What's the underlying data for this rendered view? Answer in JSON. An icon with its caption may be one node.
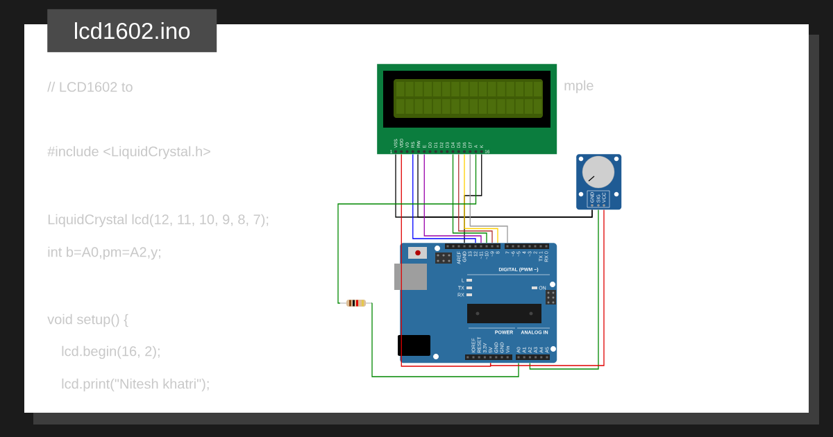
{
  "diagram": {
    "title": "lcd1602.ino",
    "nodes": [
      {
        "text": [
          "VSS",
          "VDD",
          "V0",
          "RS",
          "RW",
          "E",
          "D0",
          "D1",
          "D2",
          "D3",
          "D4",
          "D5",
          "D6",
          "D7",
          "A",
          "K",
          "1",
          "16"
        ]
      },
      {
        "text": [
          "AREF",
          "GND",
          "13",
          "12",
          "~11",
          "~10",
          "~9",
          "8",
          "7",
          "~6",
          "~5",
          "4",
          "~3",
          "2",
          "TX 1",
          "RX 0",
          "DIGITAL (PWM ~)",
          "L",
          "TX",
          "RX",
          "ON",
          "IOREF",
          "RESET",
          "3.3V",
          "5V",
          "GND",
          "GND",
          "Vin",
          "POWER",
          "ANALOG IN",
          "A0",
          "A1",
          "A2",
          "A3",
          "A4",
          "A5"
        ]
      },
      {
        "text": [
          "GND",
          "SIG",
          "VCC"
        ]
      },
      {
        "text": [],
        "shape": "picture"
      }
    ],
    "edges": [
      {
        "from": 0,
        "to": 2,
        "arrow": "none",
        "color": "#000000"
      },
      {
        "from": 0,
        "to": 2,
        "arrow": "none",
        "color": "#000000"
      },
      {
        "from": 0,
        "to": 1,
        "arrow": "none",
        "color": "#000000"
      },
      {
        "from": 0,
        "to": 1,
        "arrow": "none",
        "color": "#e00000"
      },
      {
        "from": 0,
        "to": 1,
        "arrow": "none",
        "color": "#0000ff"
      },
      {
        "from": 0,
        "to": 1,
        "arrow": "none",
        "color": "#9900aa"
      },
      {
        "from": 0,
        "to": 1,
        "arrow": "none",
        "color": "#008800"
      },
      {
        "from": 0,
        "to": 1,
        "arrow": "none",
        "color": "#b03030"
      },
      {
        "from": 0,
        "to": 1,
        "arrow": "none",
        "color": "#ffd000"
      },
      {
        "from": 0,
        "to": 1,
        "arrow": "none",
        "color": "#999999"
      },
      {
        "from": 0,
        "to": 3,
        "arrow": "none",
        "color": "#008800"
      },
      {
        "from": 3,
        "to": 1,
        "arrow": "none",
        "color": "#008800"
      },
      {
        "from": 2,
        "to": 1,
        "arrow": "none",
        "color": "#008800"
      },
      {
        "from": 2,
        "to": 1,
        "arrow": "none",
        "color": "#e00000"
      }
    ],
    "labels": [
      "// LCD1602 to",
      "mple",
      "#include <LiquidCrystal.h>",
      "LiquidCrystal lcd(12, 11, 10, 9, 8, 7);",
      "int b=A0,pm=A2,y;",
      "void setup() {",
      "lcd.begin(16, 2);",
      "lcd.print(\"Nitesh khatri\");"
    ]
  }
}
